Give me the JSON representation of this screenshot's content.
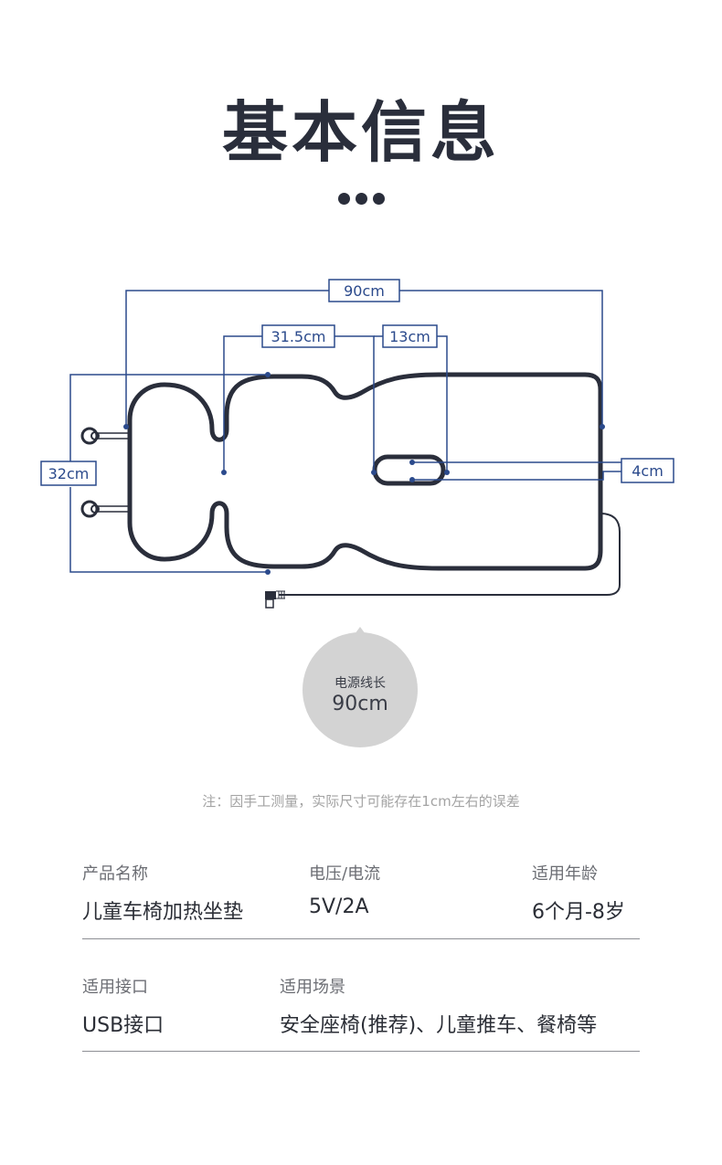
{
  "title": "基本信息",
  "dimensions": {
    "total_length": "90cm",
    "seat_length": "31.5cm",
    "slot_length": "13cm",
    "width": "32cm",
    "slot_width": "4cm"
  },
  "cable": {
    "label": "电源线长",
    "value": "90cm"
  },
  "note": "注：因手工测量，实际尺寸可能存在1cm左右的误差",
  "specs": {
    "product_name": {
      "label": "产品名称",
      "value": "儿童车椅加热坐垫"
    },
    "voltage_current": {
      "label": "电压/电流",
      "value": "5V/2A"
    },
    "age": {
      "label": "适用年龄",
      "value": "6个月-8岁"
    },
    "interface": {
      "label": "适用接口",
      "value": "USB接口"
    },
    "scene": {
      "label": "适用场景",
      "value": "安全座椅(推荐)、儿童推车、餐椅等"
    }
  },
  "colors": {
    "dimension_line": "#2b4a8c",
    "outline": "#2a2e3b",
    "bubble": "#d3d3d3"
  }
}
